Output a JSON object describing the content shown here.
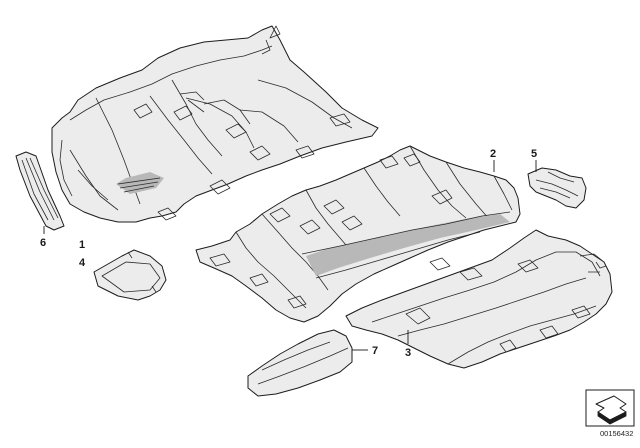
{
  "callouts": {
    "c1": "1",
    "c2": "2",
    "c3": "3",
    "c4": "4",
    "c5": "5",
    "c6": "6",
    "c7": "7"
  },
  "document_number": "00156432",
  "colors": {
    "line": "#1c1c1c",
    "part_fill": "#ececec",
    "shade": "#b8b8b8"
  },
  "icons": {
    "corner": "arrow-direction-icon"
  }
}
